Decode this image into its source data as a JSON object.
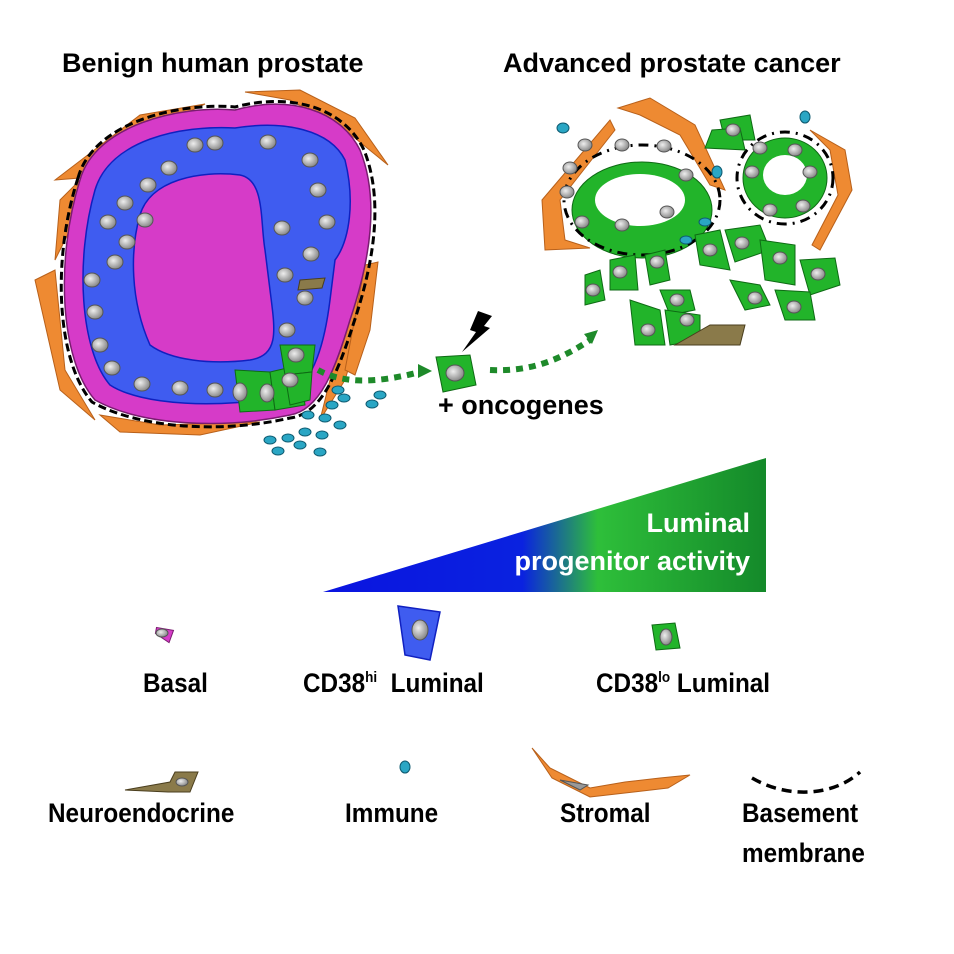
{
  "titles": {
    "left": "Benign human prostate",
    "right": "Advanced prostate cancer"
  },
  "transition": {
    "label": "+ oncogenes",
    "icon": "lightning-bolt-icon"
  },
  "gradient": {
    "line1": "Luminal",
    "line2": "progenitor activity",
    "color_start": "#0a14e0",
    "color_mid": "#2ebf3a",
    "color_end": "#14892a"
  },
  "legend": {
    "basal": "Basal",
    "cd38hi_prefix": "CD38",
    "cd38hi_sup": "hi",
    "cd38hi_suffix": "Luminal",
    "cd38lo_prefix": "CD38",
    "cd38lo_sup": "lo",
    "cd38lo_suffix": "Luminal",
    "neuroendocrine": "Neuroendocrine",
    "immune": "Immune",
    "stromal": "Stromal",
    "basement_line1": "Basement",
    "basement_line2": "membrane"
  },
  "colors": {
    "basal": "#d63bc8",
    "cd38hi_luminal": "#3f5cf0",
    "cd38lo_luminal": "#22b42a",
    "neuroendocrine": "#8a7a4a",
    "immune": "#2aa6c4",
    "stromal": "#ee8a32",
    "nucleus": "#a8a8a8",
    "arrow": "#1e8a2a"
  }
}
